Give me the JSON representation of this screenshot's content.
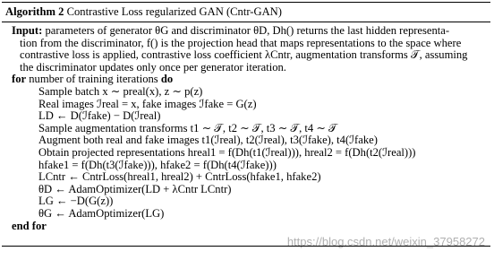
{
  "caption": {
    "label": "Algorithm 2",
    "title": "Contrastive Loss regularized GAN (Cntr-GAN)"
  },
  "lines": [
    {
      "kw": "Input:",
      "text": " parameters of generator θG and discriminator θD, Dh() returns the last hidden representa-"
    },
    {
      "kw": "",
      "text": "tion from the discriminator, f() is the projection head that maps representations to the space where"
    },
    {
      "kw": "",
      "text": "contrastive loss is applied, contrastive loss coefficient λCntr, augmentation transforms 𝒯, assuming"
    },
    {
      "kw": "",
      "text": "the discriminator updates only once per generator iteration."
    },
    {
      "kw": "for",
      "text": " number of training iterations ",
      "kw2": "do"
    },
    {
      "kw": "",
      "text": "Sample batch x ∼ preal(x), z ∼ p(z)"
    },
    {
      "kw": "",
      "text": "Real images ℐreal = x, fake images ℐfake = G(z)"
    },
    {
      "kw": "",
      "text": "LD ← D(ℐfake) − D(ℐreal)"
    },
    {
      "kw": "",
      "text": "Sample augmentation transforms t1 ∼ 𝒯, t2 ∼ 𝒯, t3 ∼ 𝒯, t4 ∼ 𝒯"
    },
    {
      "kw": "",
      "text": "Augment both real and fake images t1(ℐreal), t2(ℐreal), t3(ℐfake), t4(ℐfake)"
    },
    {
      "kw": "",
      "text": "Obtain projected representations hreal1 = f(Dh(t1(ℐreal))), hreal2 = f(Dh(t2(ℐreal)))"
    },
    {
      "kw": "",
      "text": "hfake1 = f(Dh(t3(ℐfake))), hfake2 = f(Dh(t4(ℐfake)))"
    },
    {
      "kw": "",
      "text": "LCntr ← CntrLoss(hreal1, hreal2) + CntrLoss(hfake1, hfake2)"
    },
    {
      "kw": "",
      "text": "θD ← AdamOptimizer(LD + λCntr LCntr)"
    },
    {
      "kw": "",
      "text": "LG ← −D(G(z))"
    },
    {
      "kw": "",
      "text": "θG ← AdamOptimizer(LG)"
    },
    {
      "kw": "end for",
      "text": ""
    }
  ],
  "watermark": "https://blog.csdn.net/weixin_37958272"
}
